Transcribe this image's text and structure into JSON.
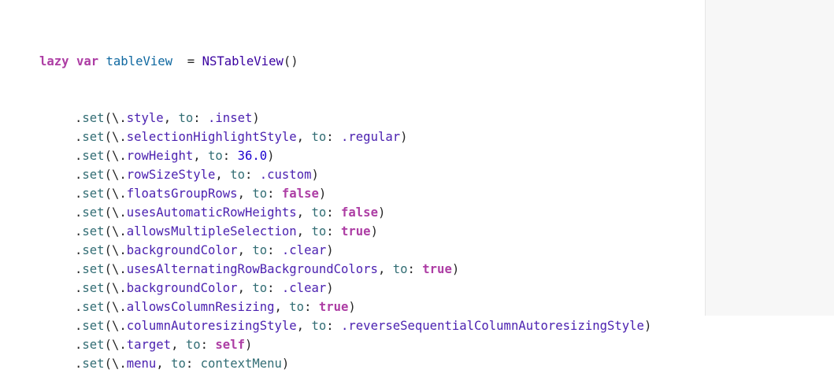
{
  "code": {
    "header": {
      "kw_lazy": "lazy",
      "kw_var": "var",
      "name": "tableView",
      "eq": "  = ",
      "type": "NSTableView",
      "call": "()"
    },
    "lines": [
      {
        "method": ".set",
        "prop": "style",
        "arg_label": "to",
        "value": ".inset",
        "value_kind": "prop"
      },
      {
        "method": ".set",
        "prop": "selectionHighlightStyle",
        "arg_label": "to",
        "value": ".regular",
        "value_kind": "prop"
      },
      {
        "method": ".set",
        "prop": "rowHeight",
        "arg_label": "to",
        "value": "36.0",
        "value_kind": "num"
      },
      {
        "method": ".set",
        "prop": "rowSizeStyle",
        "arg_label": "to",
        "value": ".custom",
        "value_kind": "prop"
      },
      {
        "method": ".set",
        "prop": "floatsGroupRows",
        "arg_label": "to",
        "value": "false",
        "value_kind": "kw"
      },
      {
        "method": ".set",
        "prop": "usesAutomaticRowHeights",
        "arg_label": "to",
        "value": "false",
        "value_kind": "kw"
      },
      {
        "method": ".set",
        "prop": "allowsMultipleSelection",
        "arg_label": "to",
        "value": "true",
        "value_kind": "kw"
      },
      {
        "method": ".set",
        "prop": "backgroundColor",
        "arg_label": "to",
        "value": ".clear",
        "value_kind": "prop"
      },
      {
        "method": ".set",
        "prop": "usesAlternatingRowBackgroundColors",
        "arg_label": "to",
        "value": "true",
        "value_kind": "kw"
      },
      {
        "method": ".set",
        "prop": "backgroundColor",
        "arg_label": "to",
        "value": ".clear",
        "value_kind": "prop"
      },
      {
        "method": ".set",
        "prop": "allowsColumnResizing",
        "arg_label": "to",
        "value": "true",
        "value_kind": "kw"
      },
      {
        "method": ".set",
        "prop": "columnAutoresizingStyle",
        "arg_label": "to",
        "value": ".reverseSequentialColumnAutoresizingStyle",
        "value_kind": "prop"
      },
      {
        "method": ".set",
        "prop": "target",
        "arg_label": "to",
        "value": "self",
        "value_kind": "kw"
      },
      {
        "method": ".set",
        "prop": "menu",
        "arg_label": "to",
        "value": "contextMenu",
        "value_kind": "fn"
      }
    ]
  },
  "colors": {
    "keyword": "#ad3da4",
    "type": "#3900a0",
    "property": "#4b21b0",
    "label": "#326d74",
    "number": "#1c00cf",
    "background": "#ffffff",
    "right_panel": "#f7f7f7"
  }
}
